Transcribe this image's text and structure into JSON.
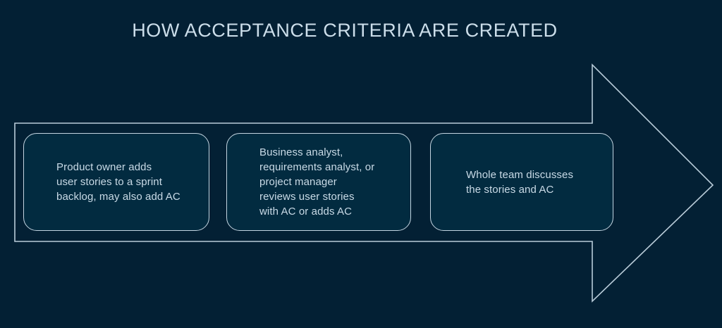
{
  "page": {
    "title": "HOW ACCEPTANCE CRITERIA ARE CREATED",
    "background_color": "#032034",
    "box_fill_color": "#022b40",
    "outline_color": "#b9ccd9",
    "text_color": "#c9dae6"
  },
  "arrow": {
    "name": "process-flow-arrow",
    "direction": "right",
    "shape": "block-arrow-outline"
  },
  "steps": [
    {
      "id": "step-1",
      "text": "Product owner adds\nuser stories to a sprint\nbacklog, may also add AC"
    },
    {
      "id": "step-2",
      "text": "Business analyst,\nrequirements analyst, or\nproject manager\nreviews user stories\nwith AC or adds AC"
    },
    {
      "id": "step-3",
      "text": "Whole team discusses\nthe stories and AC"
    }
  ]
}
